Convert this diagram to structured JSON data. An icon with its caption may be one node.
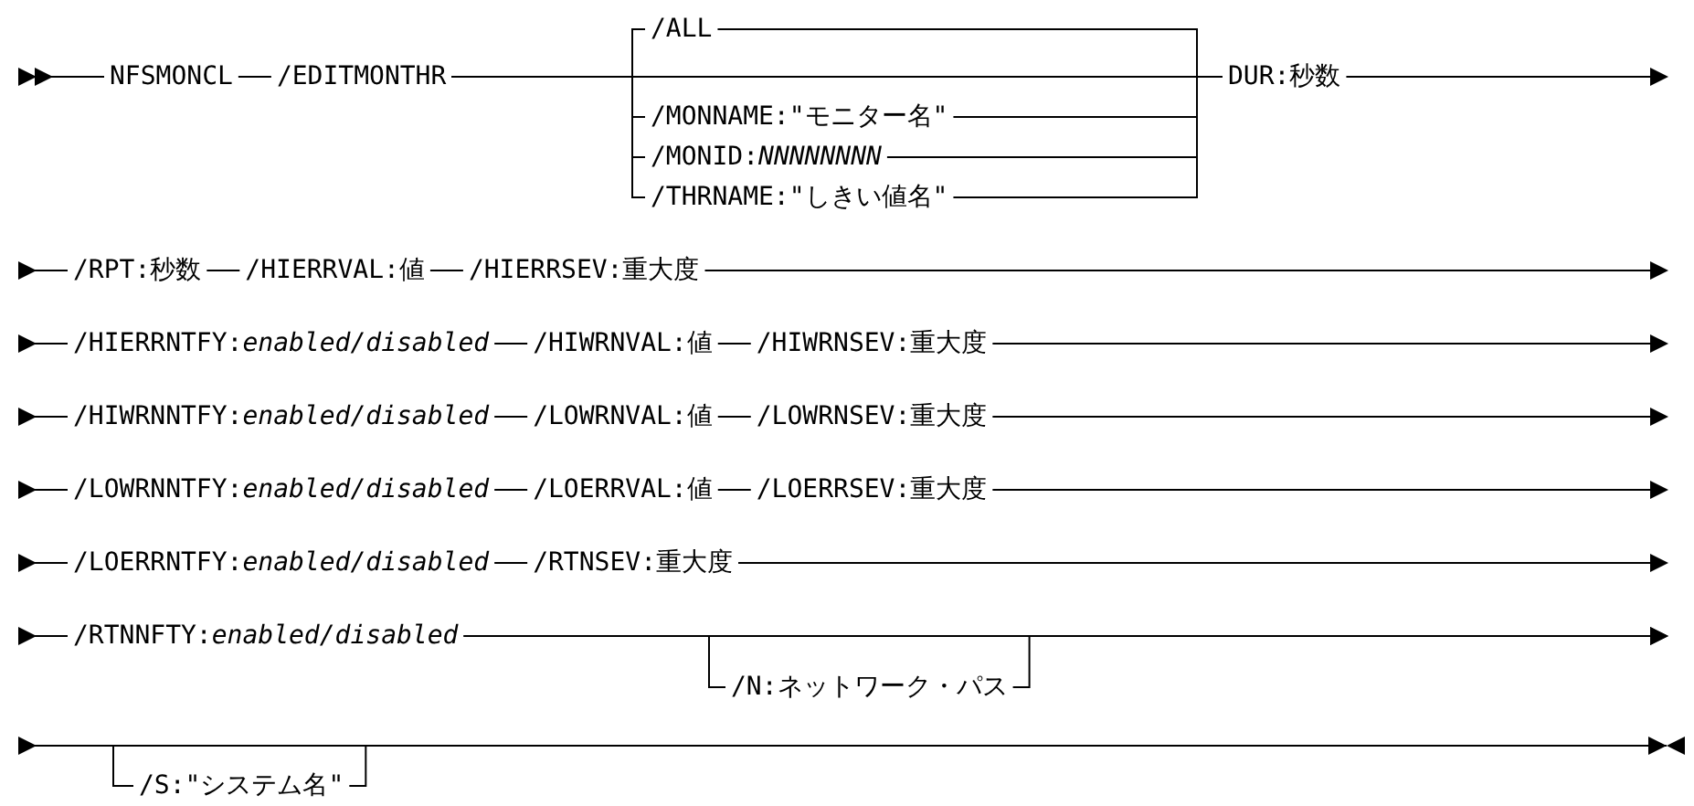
{
  "diagram": {
    "nodes": [
      {
        "text": [
          "NFSMONCL"
        ]
      },
      {
        "text": [
          "/EDITMONTHR"
        ]
      },
      {
        "text": [
          "/ALL"
        ]
      },
      {
        "text": [
          "/MONNAME:\"モニター名\""
        ]
      },
      {
        "text": [
          "/MONID:*NNNNNNNN*"
        ]
      },
      {
        "text": [
          "/THRNAME:\"しきい値名\""
        ]
      },
      {
        "text": [
          "DUR:秒数"
        ]
      },
      {
        "text": [
          "/RPT:秒数"
        ]
      },
      {
        "text": [
          "/HIERRVAL:値"
        ]
      },
      {
        "text": [
          "/HIERRSEV:重大度"
        ]
      },
      {
        "text": [
          "/HIERRNTFY:*enabled/disabled*"
        ]
      },
      {
        "text": [
          "/HIWRNVAL:値"
        ]
      },
      {
        "text": [
          "/HIWRNSEV:重大度"
        ]
      },
      {
        "text": [
          "/HIWRNNTFY:*enabled/disabled*"
        ]
      },
      {
        "text": [
          "/LOWRNVAL:値"
        ]
      },
      {
        "text": [
          "/LOWRNSEV:重大度"
        ]
      },
      {
        "text": [
          "/LOWRNNTFY:*enabled/disabled*"
        ]
      },
      {
        "text": [
          "/LOERRVAL:値"
        ]
      },
      {
        "text": [
          "/LOERRSEV:重大度"
        ]
      },
      {
        "text": [
          "/LOERRNTFY:*enabled/disabled*"
        ]
      },
      {
        "text": [
          "/RTNSEV:重大度"
        ]
      },
      {
        "text": [
          "/RTNNFTY:*enabled/disabled*"
        ]
      },
      {
        "text": [
          "/N:ネットワーク・パス"
        ]
      },
      {
        "text": [
          "/S:\"システム名\""
        ]
      }
    ],
    "edges": [
      {
        "from": null,
        "to": 0,
        "arrow": "other"
      },
      {
        "from": 0,
        "to": 1,
        "arrow": "none"
      },
      {
        "from": 1,
        "to": 2,
        "arrow": "none"
      },
      {
        "from": 1,
        "to": 6,
        "arrow": "none"
      },
      {
        "from": 1,
        "to": 3,
        "arrow": "none"
      },
      {
        "from": 1,
        "to": 4,
        "arrow": "none"
      },
      {
        "from": 1,
        "to": 5,
        "arrow": "none"
      },
      {
        "from": 2,
        "to": 6,
        "arrow": "none"
      },
      {
        "from": 3,
        "to": 6,
        "arrow": "none"
      },
      {
        "from": 4,
        "to": 6,
        "arrow": "none"
      },
      {
        "from": 5,
        "to": 6,
        "arrow": "none"
      },
      {
        "from": 6,
        "to": null,
        "arrow": "to"
      },
      {
        "from": null,
        "to": 7,
        "arrow": "other"
      },
      {
        "from": 7,
        "to": 8,
        "arrow": "none"
      },
      {
        "from": 8,
        "to": 9,
        "arrow": "none"
      },
      {
        "from": 9,
        "to": null,
        "arrow": "to"
      },
      {
        "from": null,
        "to": 10,
        "arrow": "other"
      },
      {
        "from": 10,
        "to": 11,
        "arrow": "none"
      },
      {
        "from": 11,
        "to": 12,
        "arrow": "none"
      },
      {
        "from": 12,
        "to": null,
        "arrow": "to"
      },
      {
        "from": null,
        "to": 13,
        "arrow": "other"
      },
      {
        "from": 13,
        "to": 14,
        "arrow": "none"
      },
      {
        "from": 14,
        "to": 15,
        "arrow": "none"
      },
      {
        "from": 15,
        "to": null,
        "arrow": "to"
      },
      {
        "from": null,
        "to": 16,
        "arrow": "other"
      },
      {
        "from": 16,
        "to": 17,
        "arrow": "none"
      },
      {
        "from": 17,
        "to": 18,
        "arrow": "none"
      },
      {
        "from": 18,
        "to": null,
        "arrow": "to"
      },
      {
        "from": null,
        "to": 19,
        "arrow": "other"
      },
      {
        "from": 19,
        "to": 20,
        "arrow": "none"
      },
      {
        "from": 20,
        "to": null,
        "arrow": "to"
      },
      {
        "from": null,
        "to": 21,
        "arrow": "other"
      },
      {
        "from": 21,
        "to": null,
        "arrow": "to"
      },
      {
        "from": 21,
        "to": 22,
        "arrow": "none"
      },
      {
        "from": 22,
        "to": null,
        "arrow": "to"
      },
      {
        "from": null,
        "to": 23,
        "arrow": "other"
      },
      {
        "from": 23,
        "to": null,
        "arrow": "to"
      }
    ]
  }
}
